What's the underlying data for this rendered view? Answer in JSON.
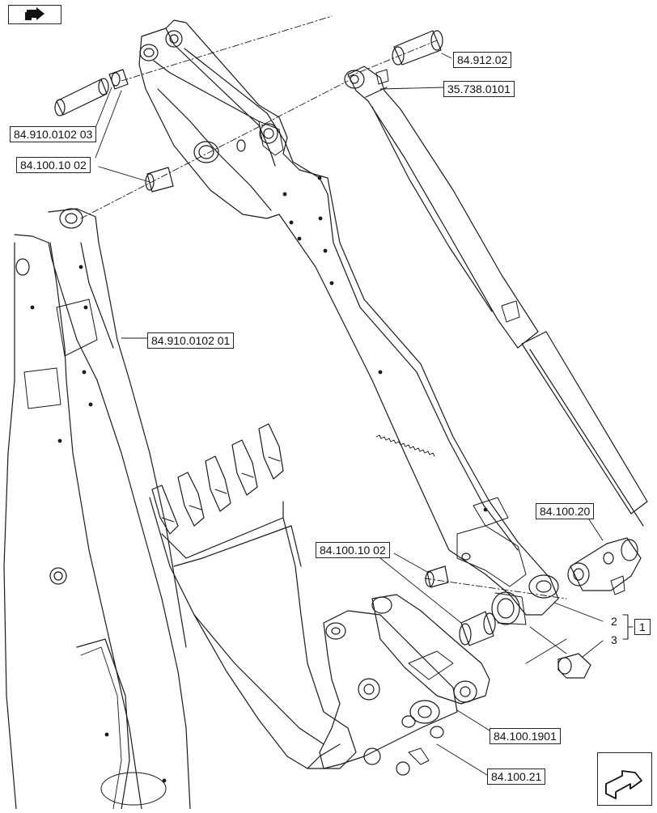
{
  "callouts": {
    "c1": "84.912.02",
    "c2": "35.738.0101",
    "c3": "84.910.0102 03",
    "c4": "84.100.10 02",
    "c5": "84.910.0102 01",
    "c6": "84.100.20",
    "c7": "84.100.10 02",
    "c8": "84.100.1901",
    "c9": "84.100.21"
  },
  "items": {
    "n2": "2",
    "n3": "3",
    "n1": "1"
  },
  "icons": {
    "top_left": "prev-page-arrow-icon",
    "bottom_right": "next-page-arrow-icon"
  }
}
